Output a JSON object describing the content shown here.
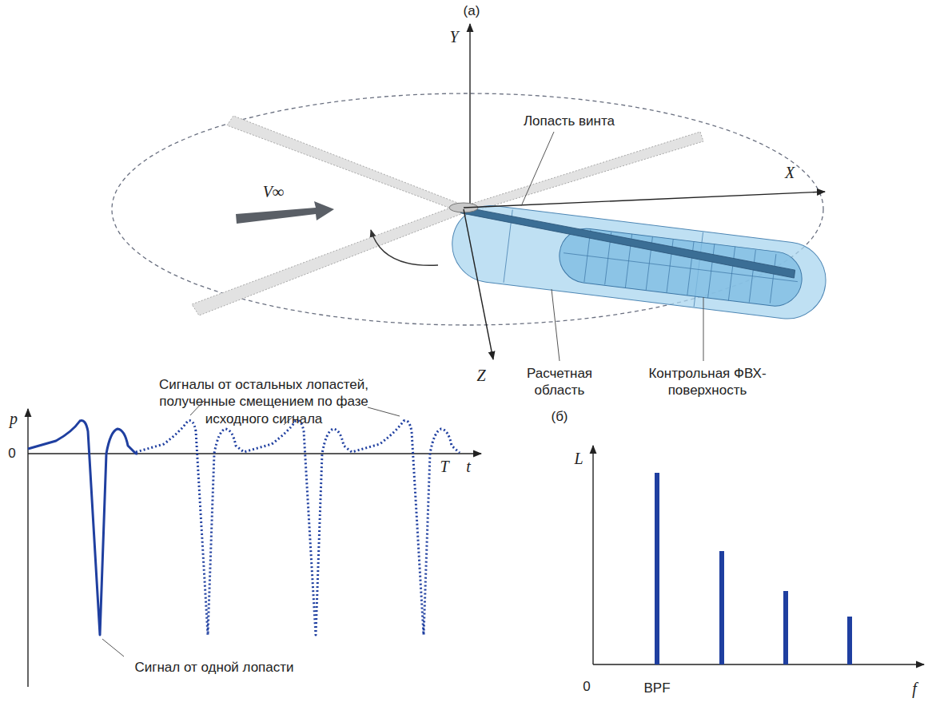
{
  "diagram": {
    "labels": [
      "(а)",
      "Y",
      "Лопасть винта",
      "V∞",
      "X",
      "Z",
      "Расчетная область",
      "Контрольная ФВХ-поверхность",
      "(б)",
      "Сигналы от остальных лопастей, полученные смещением по фазе исходного сигнала",
      "p",
      "0",
      "T",
      "t",
      "Сигнал от одной лопасти",
      "L",
      "0",
      "BPF",
      "f"
    ]
  }
}
